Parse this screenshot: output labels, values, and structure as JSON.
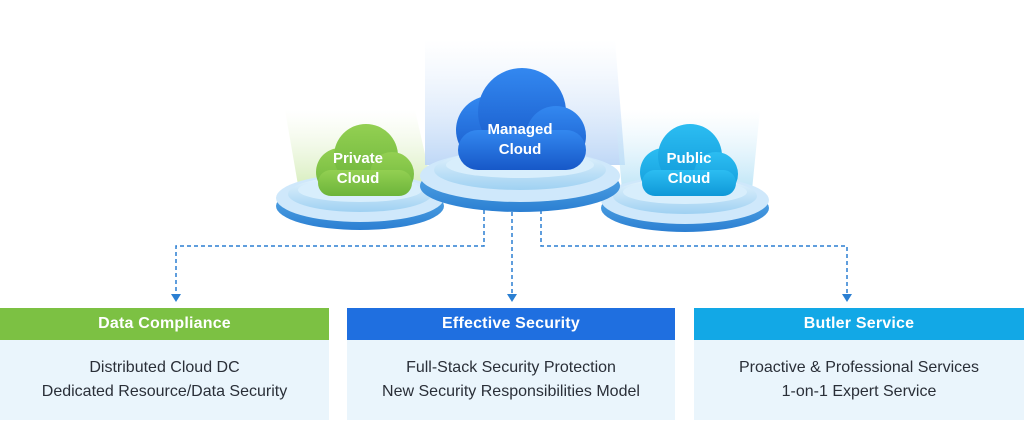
{
  "clouds": {
    "private": {
      "line1": "Private",
      "line2": "Cloud",
      "color": "#7cc143"
    },
    "managed": {
      "line1": "Managed",
      "line2": "Cloud",
      "color": "#1f6fe0"
    },
    "public": {
      "line1": "Public",
      "line2": "Cloud",
      "color": "#12a8e6"
    }
  },
  "cards": {
    "compliance": {
      "title": "Data Compliance",
      "line1": "Distributed Cloud DC",
      "line2": "Dedicated Resource/Data Security"
    },
    "security": {
      "title": "Effective Security",
      "line1": "Full-Stack Security Protection",
      "line2": "New Security Responsibilities Model"
    },
    "butler": {
      "title": "Butler Service",
      "line1": "Proactive & Professional Services",
      "line2": "1-on-1 Expert Service"
    }
  }
}
